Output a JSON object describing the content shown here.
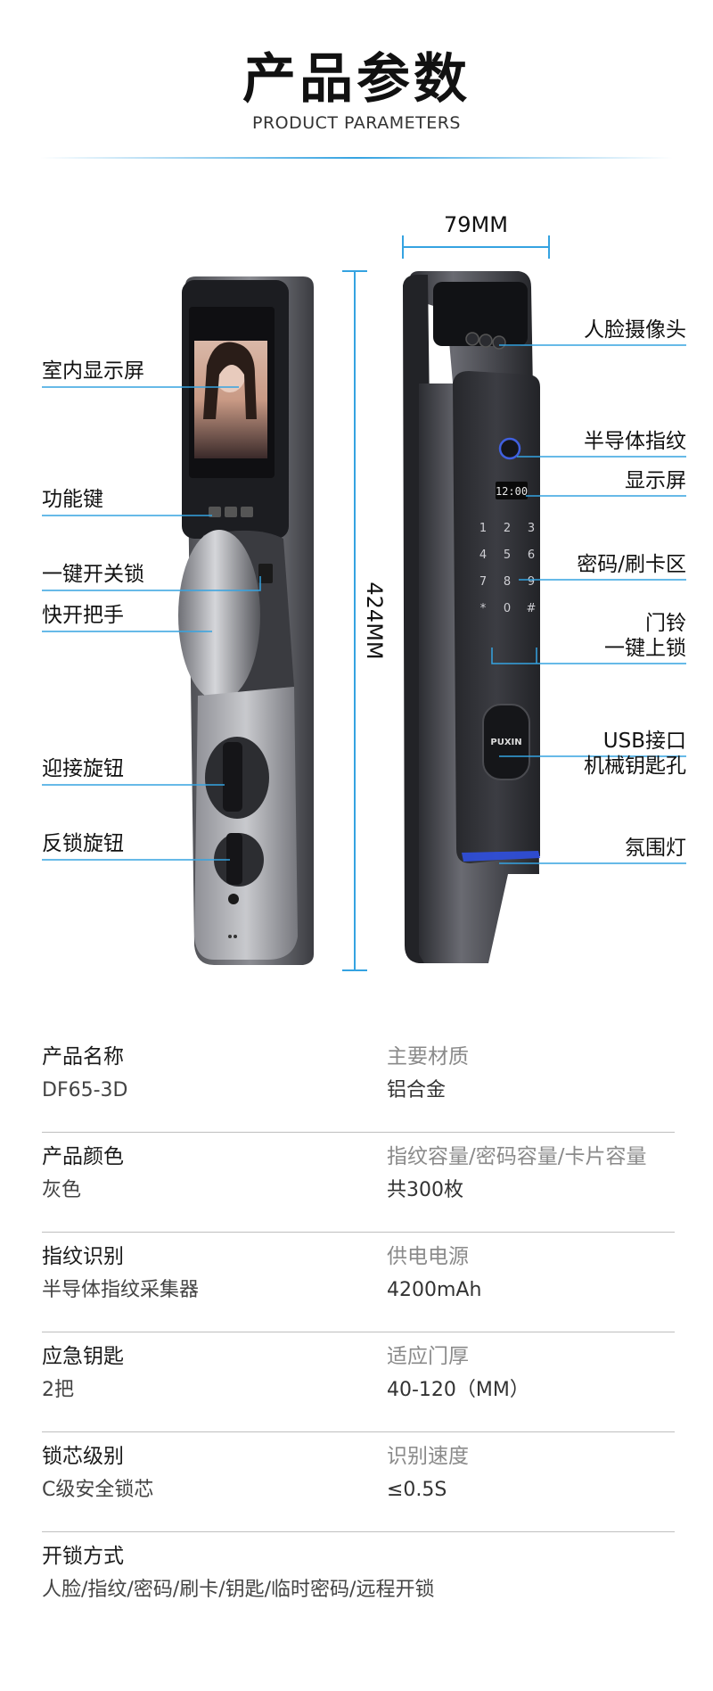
{
  "header": {
    "title": "产品参数",
    "subtitle": "PRODUCT PARAMETERS"
  },
  "diagram": {
    "labels_left": [
      "室内显示屏",
      "功能键",
      "一键开关锁",
      "快开把手",
      "迎接旋钮",
      "反锁旋钮"
    ],
    "labels_right": [
      "人脸摄像头",
      "半导体指纹",
      "显示屏",
      "密码/刷卡区",
      "门铃",
      "一键上锁",
      "USB接口",
      "机械钥匙孔",
      "氛围灯"
    ],
    "width_dim": "79MM",
    "height_dim": "424MM",
    "screen_time": "12:00",
    "brand": "PUXIN",
    "keypad": [
      "1",
      "2",
      "3",
      "4",
      "5",
      "6",
      "7",
      "8",
      "9",
      "*",
      "0",
      "#"
    ],
    "line_color": "#35a3e1"
  },
  "specs": [
    {
      "k1": "产品名称",
      "v1": "DF65-3D",
      "k2": "主要材质",
      "v2": "铝合金"
    },
    {
      "k1": "产品颜色",
      "v1": "灰色",
      "k2": "指纹容量/密码容量/卡片容量",
      "v2": "共300枚"
    },
    {
      "k1": "指纹识别",
      "v1": "半导体指纹采集器",
      "k2": "供电电源",
      "v2": "4200mAh"
    },
    {
      "k1": "应急钥匙",
      "v1": "2把",
      "k2": "适应门厚",
      "v2": "40-120（MM）"
    },
    {
      "k1": "锁芯级别",
      "v1": "C级安全锁芯",
      "k2": "识别速度",
      "v2": "≤0.5S"
    },
    {
      "k1": "开锁方式",
      "v1": "人脸/指纹/密码/刷卡/钥匙/临时密码/远程开锁"
    }
  ]
}
